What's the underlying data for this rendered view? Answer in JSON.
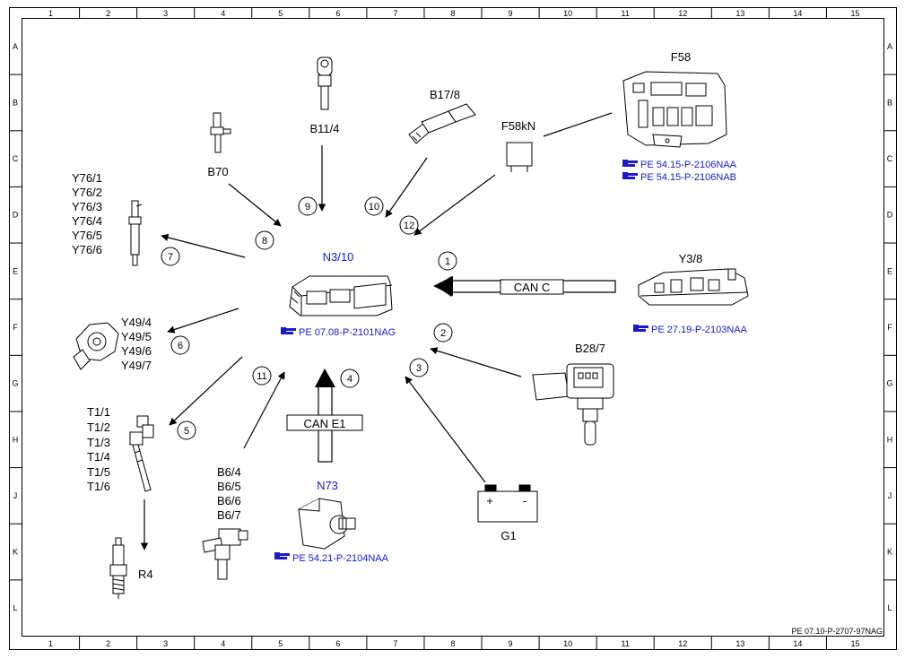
{
  "frame": {
    "columns": [
      "1",
      "2",
      "3",
      "4",
      "5",
      "6",
      "7",
      "8",
      "9",
      "10",
      "11",
      "12",
      "13",
      "14",
      "15"
    ],
    "rows": [
      "A",
      "B",
      "C",
      "D",
      "E",
      "F",
      "G",
      "H",
      "J",
      "K",
      "L"
    ]
  },
  "center": {
    "label": "N3/10",
    "ref": "PE 07.08-P-2101NAG"
  },
  "buses": {
    "can_c": "CAN C",
    "can_e1": "CAN E1"
  },
  "components": {
    "b11_4": "B11/4",
    "b17_8": "B17/8",
    "f58kn": "F58kN",
    "f58": "F58",
    "f58_refs": [
      "PE 54.15-P-2106NAA",
      "PE 54.15-P-2106NAB"
    ],
    "b70": "B70",
    "y76": [
      "Y76/1",
      "Y76/2",
      "Y76/3",
      "Y76/4",
      "Y76/5",
      "Y76/6"
    ],
    "y3_8": "Y3/8",
    "y3_8_ref": "PE 27.19-P-2103NAA",
    "y49": [
      "Y49/4",
      "Y49/5",
      "Y49/6",
      "Y49/7"
    ],
    "b28_7": "B28/7",
    "t1": [
      "T1/1",
      "T1/2",
      "T1/3",
      "T1/4",
      "T1/5",
      "T1/6"
    ],
    "r4": "R4",
    "b6": [
      "B6/4",
      "B6/5",
      "B6/6",
      "B6/7"
    ],
    "n73": "N73",
    "n73_ref": "PE 54.21-P-2104NAA",
    "g1": "G1",
    "g1_plus": "+",
    "g1_minus": "-"
  },
  "callouts": [
    "1",
    "2",
    "3",
    "4",
    "5",
    "6",
    "7",
    "8",
    "9",
    "10",
    "11",
    "12"
  ],
  "footer": "PE 07.10-P-2707-97NAG",
  "colors": {
    "line": "#000000",
    "reference": "#1a1acc",
    "paper": "#ffffff"
  }
}
